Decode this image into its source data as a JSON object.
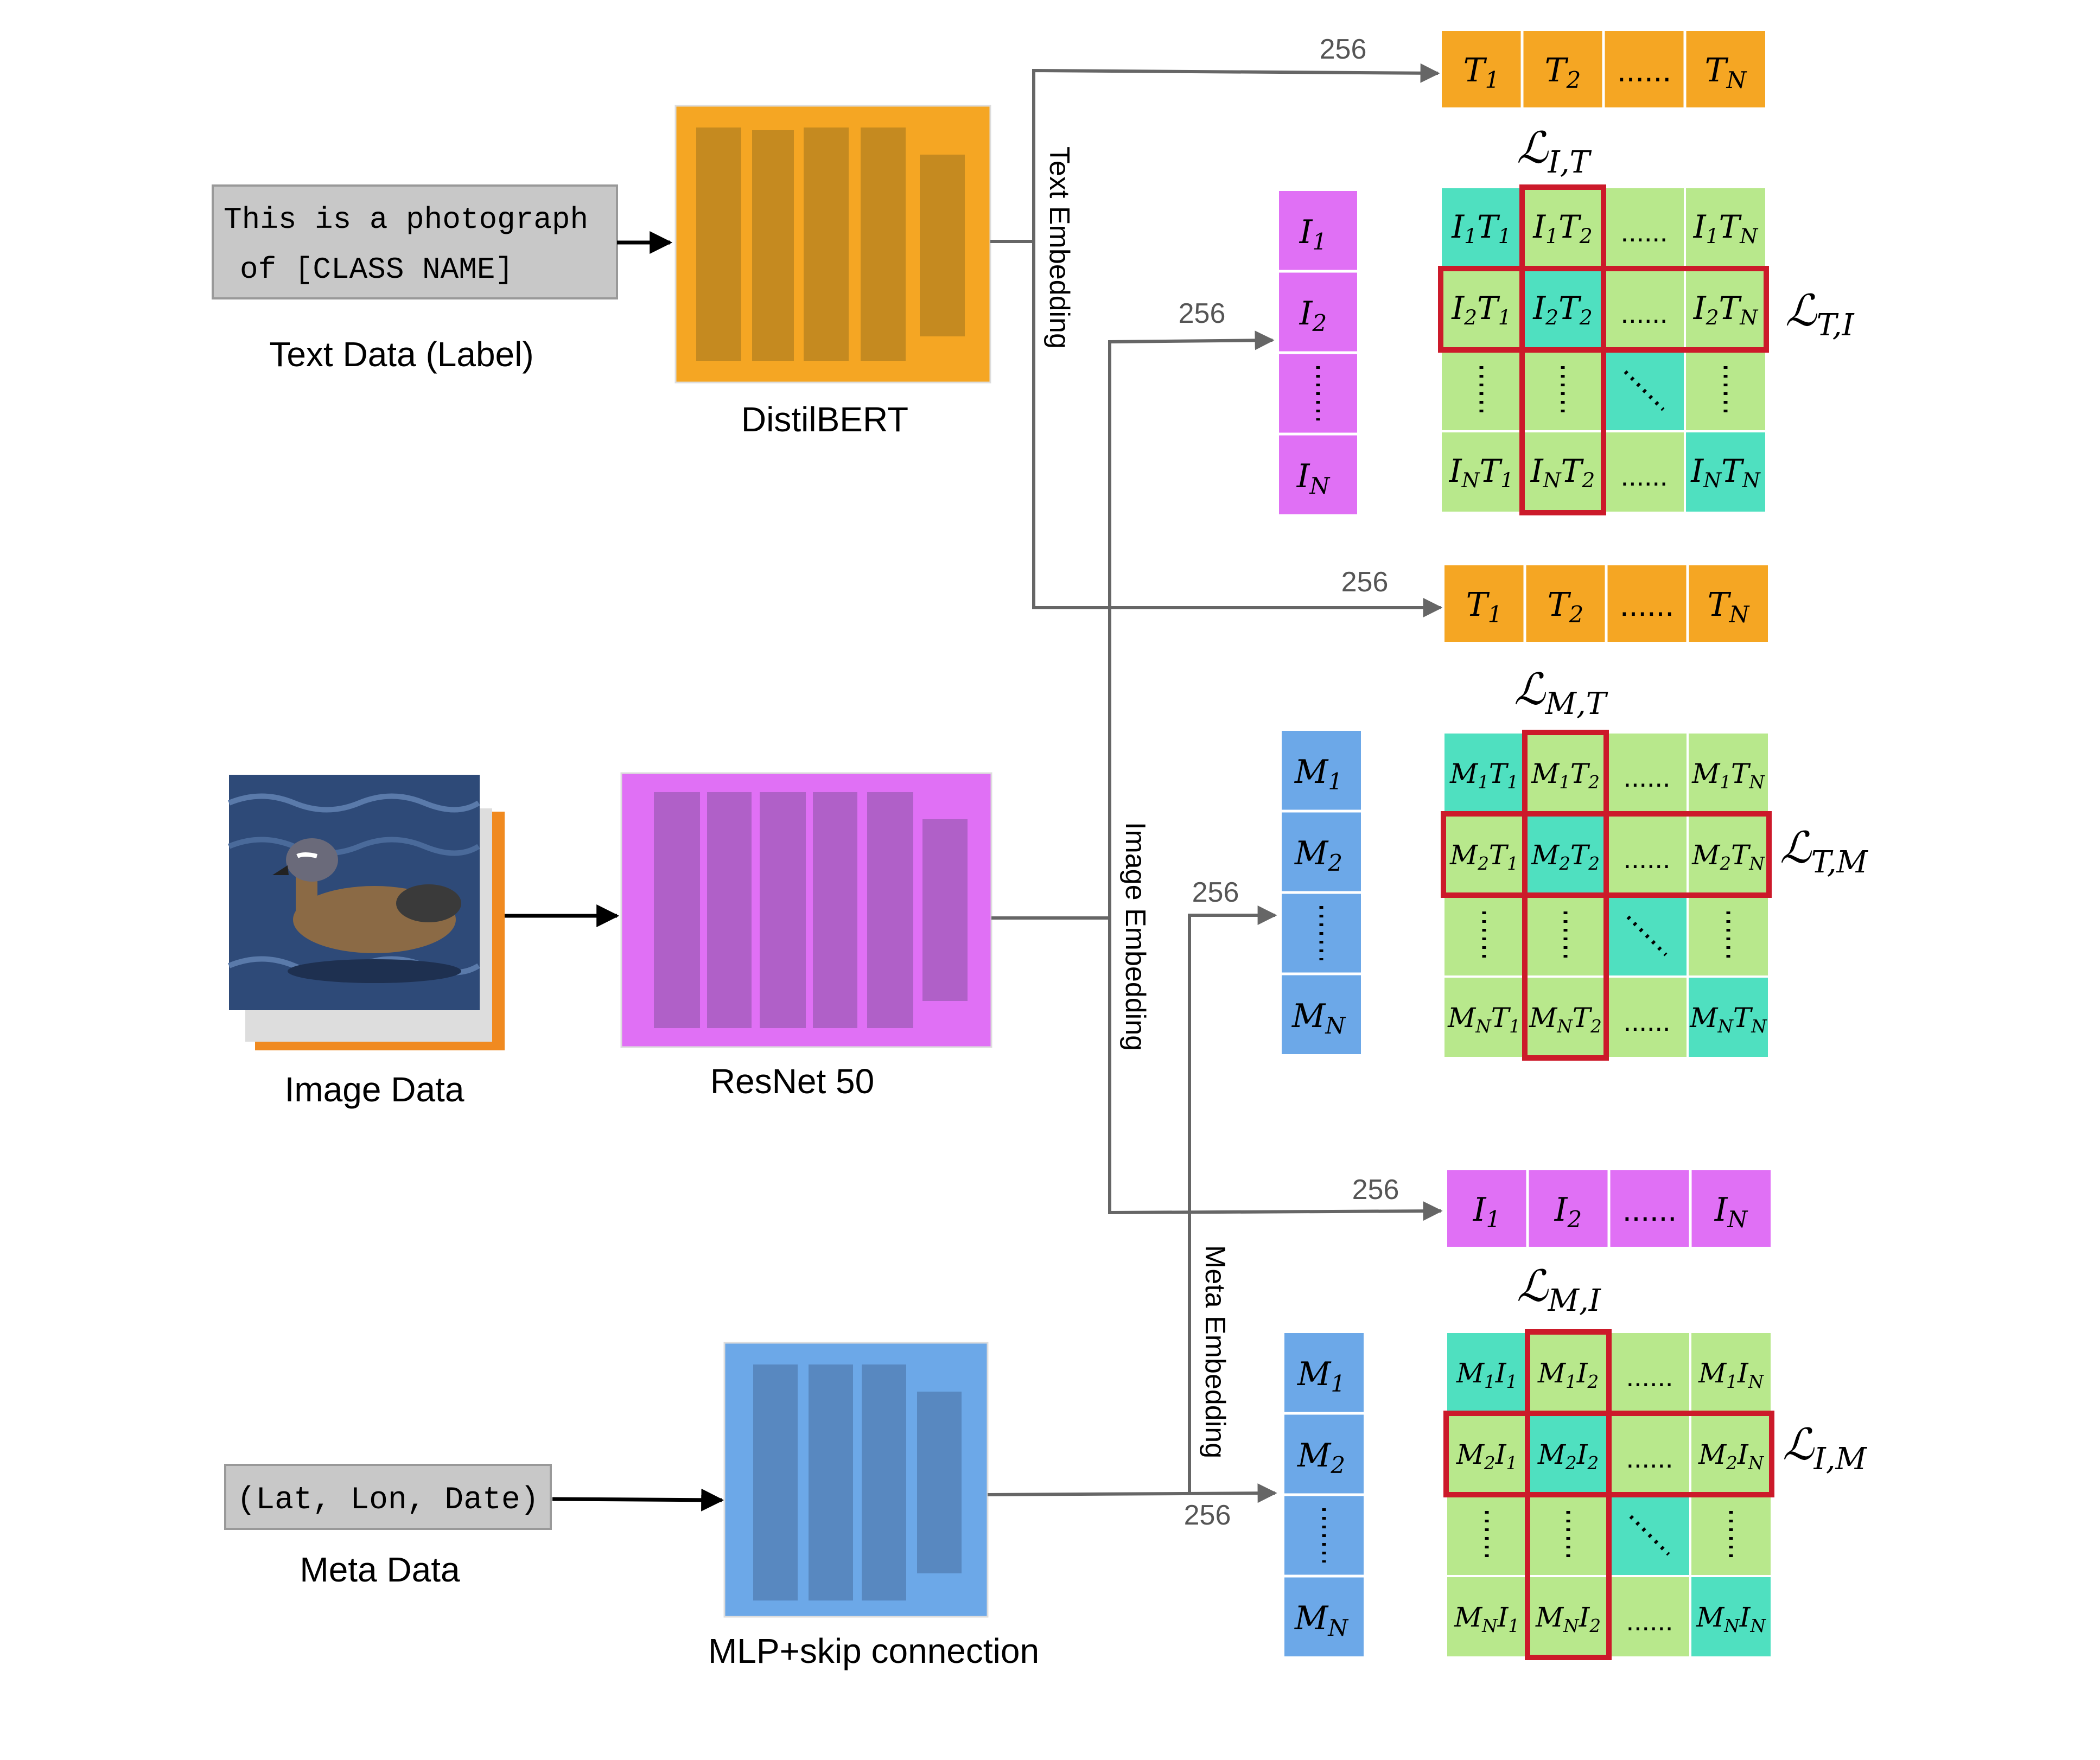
{
  "inputs": {
    "text_prompt_line1": "This is a photograph",
    "text_prompt_line2": "of [CLASS NAME]",
    "text_caption": "Text Data (Label)",
    "image_caption": "Image Data",
    "meta_prompt": "(Lat, Lon, Date)",
    "meta_caption": "Meta Data"
  },
  "encoders": {
    "text": "DistilBERT",
    "image": "ResNet 50",
    "meta": "MLP+skip connection"
  },
  "embeddings": {
    "text": "Text Embedding",
    "image": "Image Embedding",
    "meta": "Meta Embedding",
    "dim": "256"
  },
  "dots": "......",
  "vectors": {
    "T": [
      "T",
      "T",
      "T"
    ],
    "I": [
      "I",
      "I",
      "I"
    ],
    "M": [
      "M",
      "M",
      "M"
    ]
  },
  "losses": {
    "IT": {
      "main": "ℒ",
      "sub": "I,T"
    },
    "TI": {
      "main": "ℒ",
      "sub": "T,I"
    },
    "MT": {
      "main": "ℒ",
      "sub": "M,T"
    },
    "TM": {
      "main": "ℒ",
      "sub": "T,M"
    },
    "MI": {
      "main": "ℒ",
      "sub": "M,I"
    },
    "IM": {
      "main": "ℒ",
      "sub": "I,M"
    }
  },
  "colors": {
    "text_encoder": "#F5A623",
    "text_encoder_bar": "#C58A20",
    "image_encoder": "#E070F5",
    "image_encoder_bar": "#B060C8",
    "meta_encoder": "#6CA8E8",
    "meta_encoder_bar": "#5888C0",
    "matrix_light": "#B8E88C",
    "matrix_diag": "#4FE0C0",
    "loss_highlight": "#CC1A2A",
    "prompt_box": "#C8C8C8",
    "arrow": "#666666"
  }
}
